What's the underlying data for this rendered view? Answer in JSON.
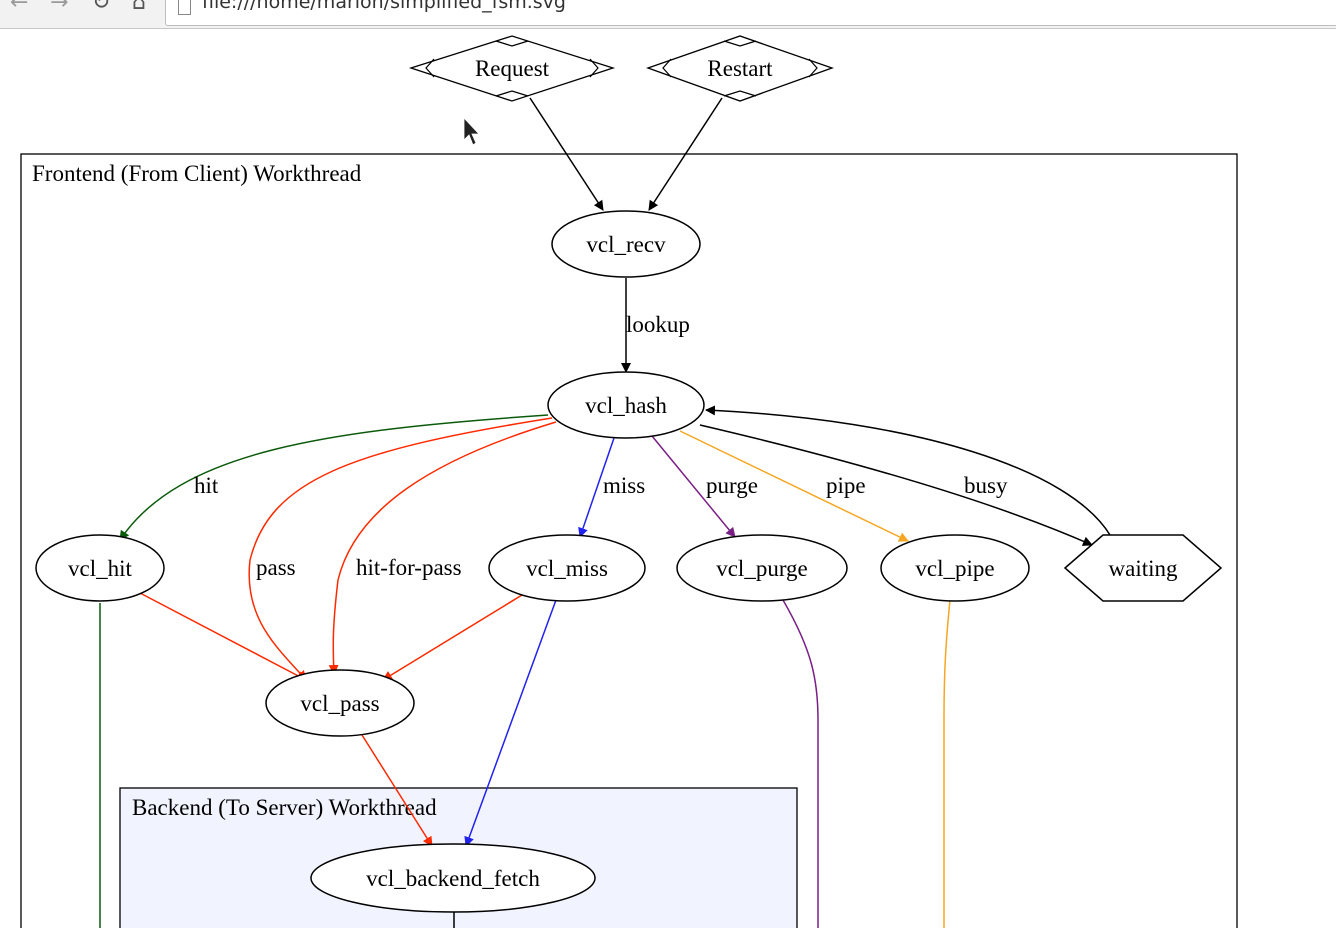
{
  "browser": {
    "url": "file:///home/marion/simplified_fsm.svg",
    "icons": [
      "back-arrow-icon",
      "forward-arrow-icon",
      "reload-icon",
      "home-icon",
      "document-icon"
    ]
  },
  "diagram": {
    "clusters": {
      "frontend": "Frontend (From Client) Workthread",
      "backend": "Backend (To Server) Workthread"
    },
    "nodes": {
      "request": "Request",
      "restart": "Restart",
      "vcl_recv": "vcl_recv",
      "vcl_hash": "vcl_hash",
      "vcl_hit": "vcl_hit",
      "vcl_miss": "vcl_miss",
      "vcl_purge": "vcl_purge",
      "vcl_pipe": "vcl_pipe",
      "waiting": "waiting",
      "vcl_pass": "vcl_pass",
      "vcl_backend_fetch": "vcl_backend_fetch"
    },
    "edge_labels": {
      "lookup": "lookup",
      "hit": "hit",
      "pass": "pass",
      "hit_for_pass": "hit-for-pass",
      "miss": "miss",
      "purge": "purge",
      "pipe": "pipe",
      "busy": "busy"
    },
    "colors": {
      "black": "#000000",
      "hit": "#0b5a0b",
      "pass": "#ff2a00",
      "miss": "#2222ee",
      "purge": "#7a1f86",
      "pipe": "#f5a623",
      "backend_fill": "#f1f3ff"
    }
  }
}
